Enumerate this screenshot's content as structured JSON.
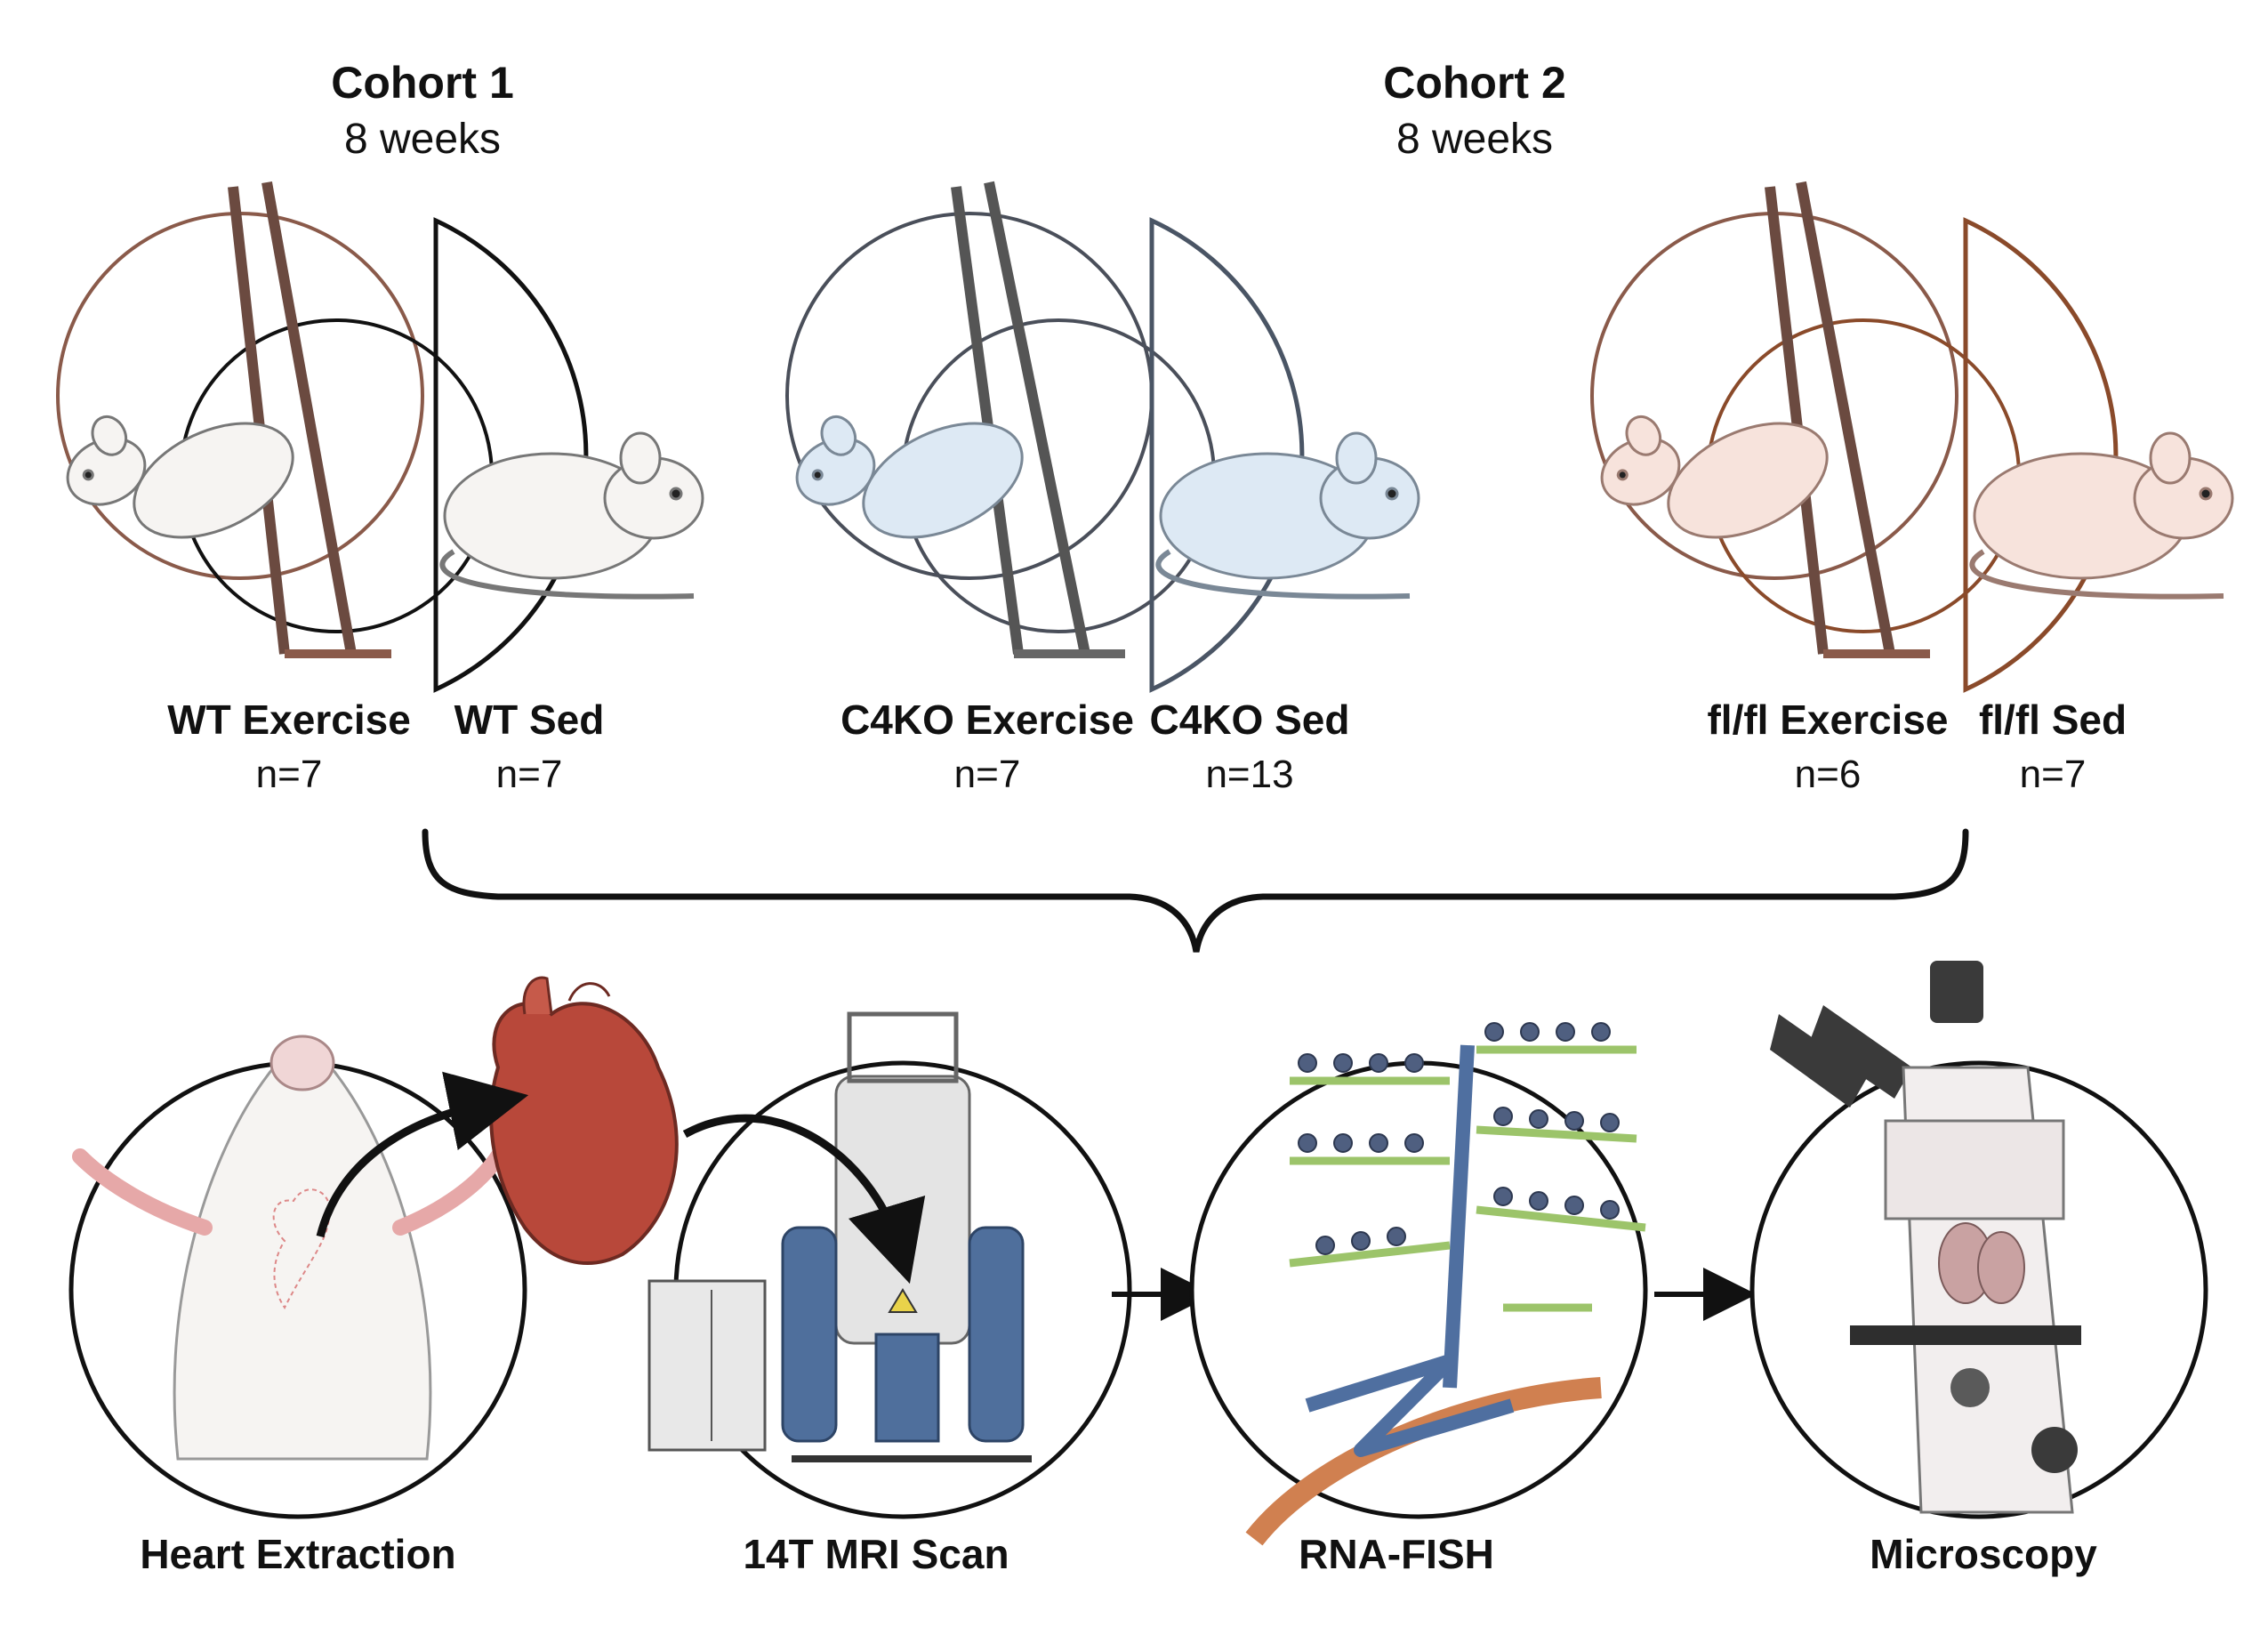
{
  "cohorts": [
    {
      "title": "Cohort 1",
      "duration": "8 weeks"
    },
    {
      "title": "Cohort 2",
      "duration": "8 weeks"
    }
  ],
  "groups": [
    {
      "label": "WT Exercise",
      "n": "n=7",
      "color": "#8a5a4a"
    },
    {
      "label": "WT Sed",
      "n": "n=7",
      "color": "#111111"
    },
    {
      "label": "C4KO Exercise",
      "n": "n=7",
      "color": "#4a4f5a"
    },
    {
      "label": "C4KO Sed",
      "n": "n=13",
      "color": "#4a5565"
    },
    {
      "label": "fl/fl Exercise",
      "n": "n=6",
      "color": "#8a5a4a"
    },
    {
      "label": "fl/fl Sed",
      "n": "n=7",
      "color": "#8a4a2a"
    }
  ],
  "steps": [
    {
      "label": "Heart Extraction",
      "icon": "mouse-heart-icon"
    },
    {
      "label": "14T MRI Scan",
      "icon": "mri-scanner-icon"
    },
    {
      "label": "RNA-FISH",
      "icon": "rna-fish-probe-icon"
    },
    {
      "label": "Microscopy",
      "icon": "microscope-icon"
    }
  ],
  "colors": {
    "mouse_white": "#f6f4f2",
    "mouse_blue": "#dde9f4",
    "mouse_pink": "#f7e3dc",
    "heart": "#b8483a",
    "mri_blue": "#4f6f9c",
    "probe_green": "#9cc46a",
    "probe_blue": "#4f6fa0",
    "microscope_grey": "#3a3a3a"
  }
}
